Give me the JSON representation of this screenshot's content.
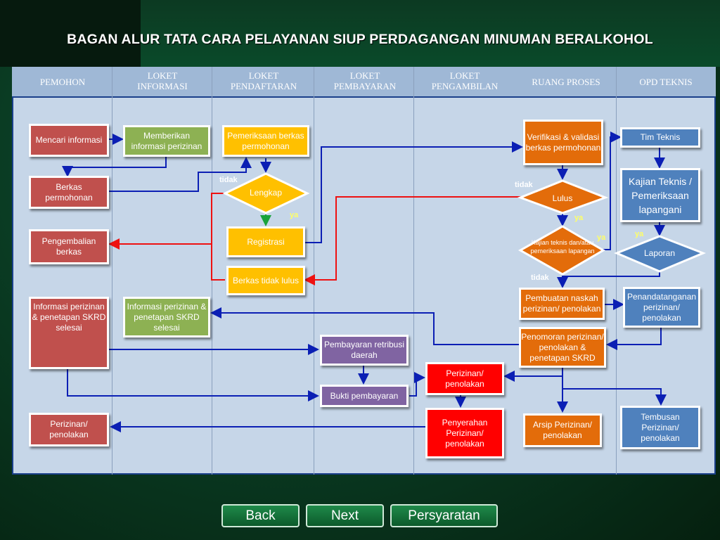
{
  "title": "BAGAN ALUR TATA CARA PELAYANAN SIUP PERDAGANGAN  MINUMAN BERALKOHOL",
  "columns": [
    "PEMOHON",
    "LOKET INFORMASI",
    "LOKET PENDAFTARAN",
    "LOKET PEMBAYARAN",
    "LOKET PENGAMBILAN",
    "RUANG PROSES",
    "OPD TEKNIS"
  ],
  "nodes": {
    "mencari": "Mencari informasi",
    "memberikan": "Memberikan informasi perizinan",
    "pemeriksaan": "Pemeriksaan berkas permohonan",
    "berkas": "Berkas permohonan",
    "lengkap": "Lengkap",
    "registrasi": "Registrasi",
    "pengembalian": "Pengembalian berkas",
    "tidak_lulus": "Berkas tidak lulus",
    "verifikasi": "Verifikasi & validasi berkas permohonan",
    "lulus": "Lulus",
    "kajian_diamond": "Kajian teknis dan/atau pemeriksaan lapangan",
    "tim_teknis": "Tim Teknis",
    "kajian_teknis": "Kajian Teknis / Pemeriksaan lapangani",
    "laporan": "Laporan",
    "pembuatan": "Pembuatan naskah perizinan/ penolakan",
    "penandatanganan": "Penandatanganan perizinan/ penolakan",
    "penomoran": "Penomoran perizinan/ penolakan & penetapan SKRD",
    "info_selesai_pemohon": "Informasi perizinan & penetapan SKRD selesai",
    "info_selesai_loket": "Informasi perizinan & penetapan SKRD selesai",
    "pembayaran": "Pembayaran retribusi daerah",
    "bukti": "Bukti pembayaran",
    "perizinan_red": "Perizinan/ penolakan",
    "penyerahan": "Penyerahan Perizinan/ penolakan",
    "arsip": "Arsip Perizinan/ penolakan",
    "tembusan": "Tembusan Perizinan/ penolakan",
    "perizinan_pemohon": "Perizinan/ penolakan"
  },
  "labels": {
    "tidak1": "tidak",
    "ya1": "ya",
    "tidak2": "tidak",
    "ya2": "ya",
    "ya3": "ya",
    "tidak3": "tidak",
    "ya4": "ya"
  },
  "buttons": {
    "back": "Back",
    "next": "Next",
    "persyaratan": "Persyaratan"
  },
  "colors": {
    "flow_line": "#0b1fb4",
    "reject_line": "#e11",
    "accept_line": "#19a33a"
  }
}
